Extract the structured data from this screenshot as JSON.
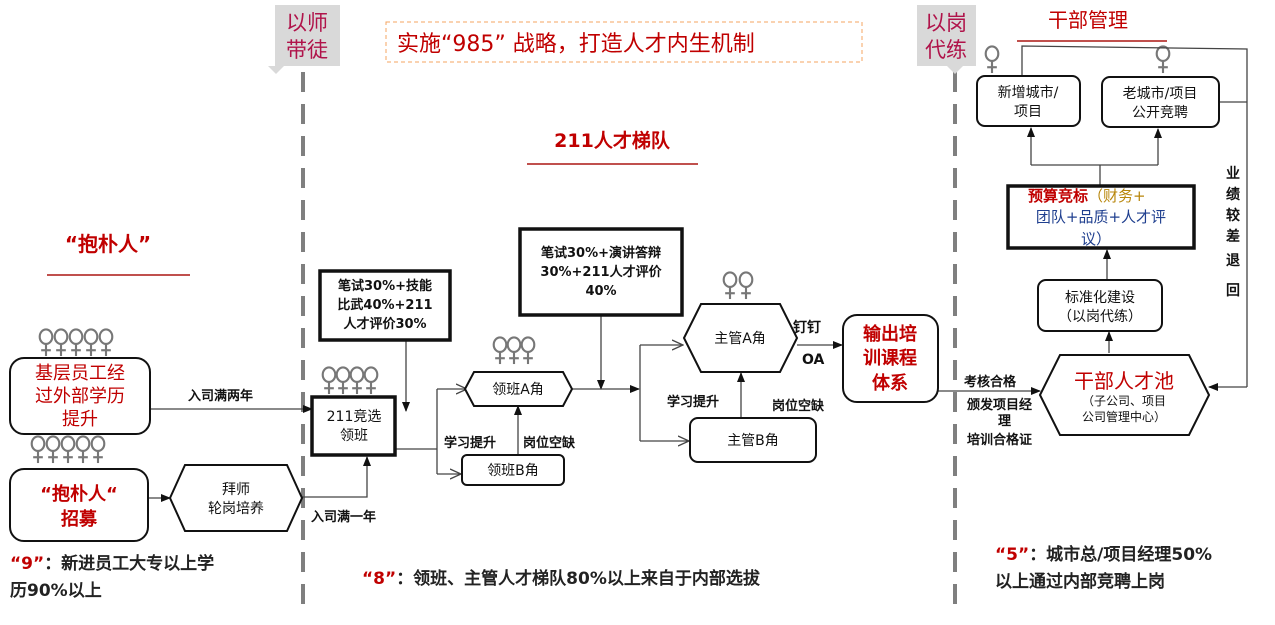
{
  "tags": {
    "mentor": [
      "以师",
      "带徒"
    ],
    "onjob": [
      "以岗",
      "代练"
    ]
  },
  "headline": "实施“985” 战略，打造人才内生机制",
  "section_titles": {
    "ladder": "211人才梯队",
    "cadre": "干部管理",
    "baopu": "“抱朴人”"
  },
  "nodes": {
    "grassroots": [
      "基层员工经",
      "过外部学历",
      "提升"
    ],
    "recruit": [
      "“抱朴人“",
      "招募"
    ],
    "apprentice": [
      "拜师",
      "轮岗培养"
    ],
    "elect": [
      "211竞选",
      "领班"
    ],
    "exam1": [
      "笔试30%+技能",
      "比武40%+211",
      "人才评价30%"
    ],
    "leader_a": "领班A角",
    "leader_b": "领班B角",
    "exam2": [
      "笔试30%+演讲答辩",
      "30%+211人才评价",
      "40%"
    ],
    "super_a": "主管A角",
    "super_b": "主管B角",
    "output": [
      "输出培",
      "训课程",
      "体系"
    ],
    "pool": {
      "title": "干部人才池",
      "sub": [
        "（子公司、项目",
        "公司管理中心）"
      ]
    },
    "standard": [
      "标准化建设",
      "（以岗代练）"
    ],
    "budget": {
      "red": "预算竞标",
      "rest": [
        "（财务+",
        "团队+品质+人才评",
        "议）"
      ]
    },
    "new_city": [
      "新增城市/",
      "项目"
    ],
    "old_city": [
      "老城市/项目",
      "公开竞聘"
    ]
  },
  "edge_labels": {
    "two_years": "入司满两年",
    "one_year": "入司满一年",
    "study1": "学习提升",
    "vacancy1": "岗位空缺",
    "study2": "学习提升",
    "vacancy2": "岗位空缺",
    "dingding": "钉钉",
    "oa": "OA",
    "pass": [
      "考核合格",
      "颁发项目经",
      "理",
      "培训合格证"
    ],
    "return": [
      "业",
      "绩",
      "较",
      "差",
      "退",
      "回"
    ]
  },
  "footnotes": {
    "nine": {
      "num": "“9”",
      "text": "：新进员工大专以上学",
      "line2": "历90%以上"
    },
    "eight": {
      "num": "“8”",
      "text": "：领班、主管人才梯队80%以上来自于内部选拔"
    },
    "five": {
      "num": "“5”",
      "text": "：城市总/项目经理50%",
      "line2": "以上通过内部竞聘上岗"
    }
  },
  "colors": {
    "accent": "#c00000",
    "tag": "#d9d9d9",
    "divider": "#7f7f7f",
    "frame": "#f4a460"
  }
}
